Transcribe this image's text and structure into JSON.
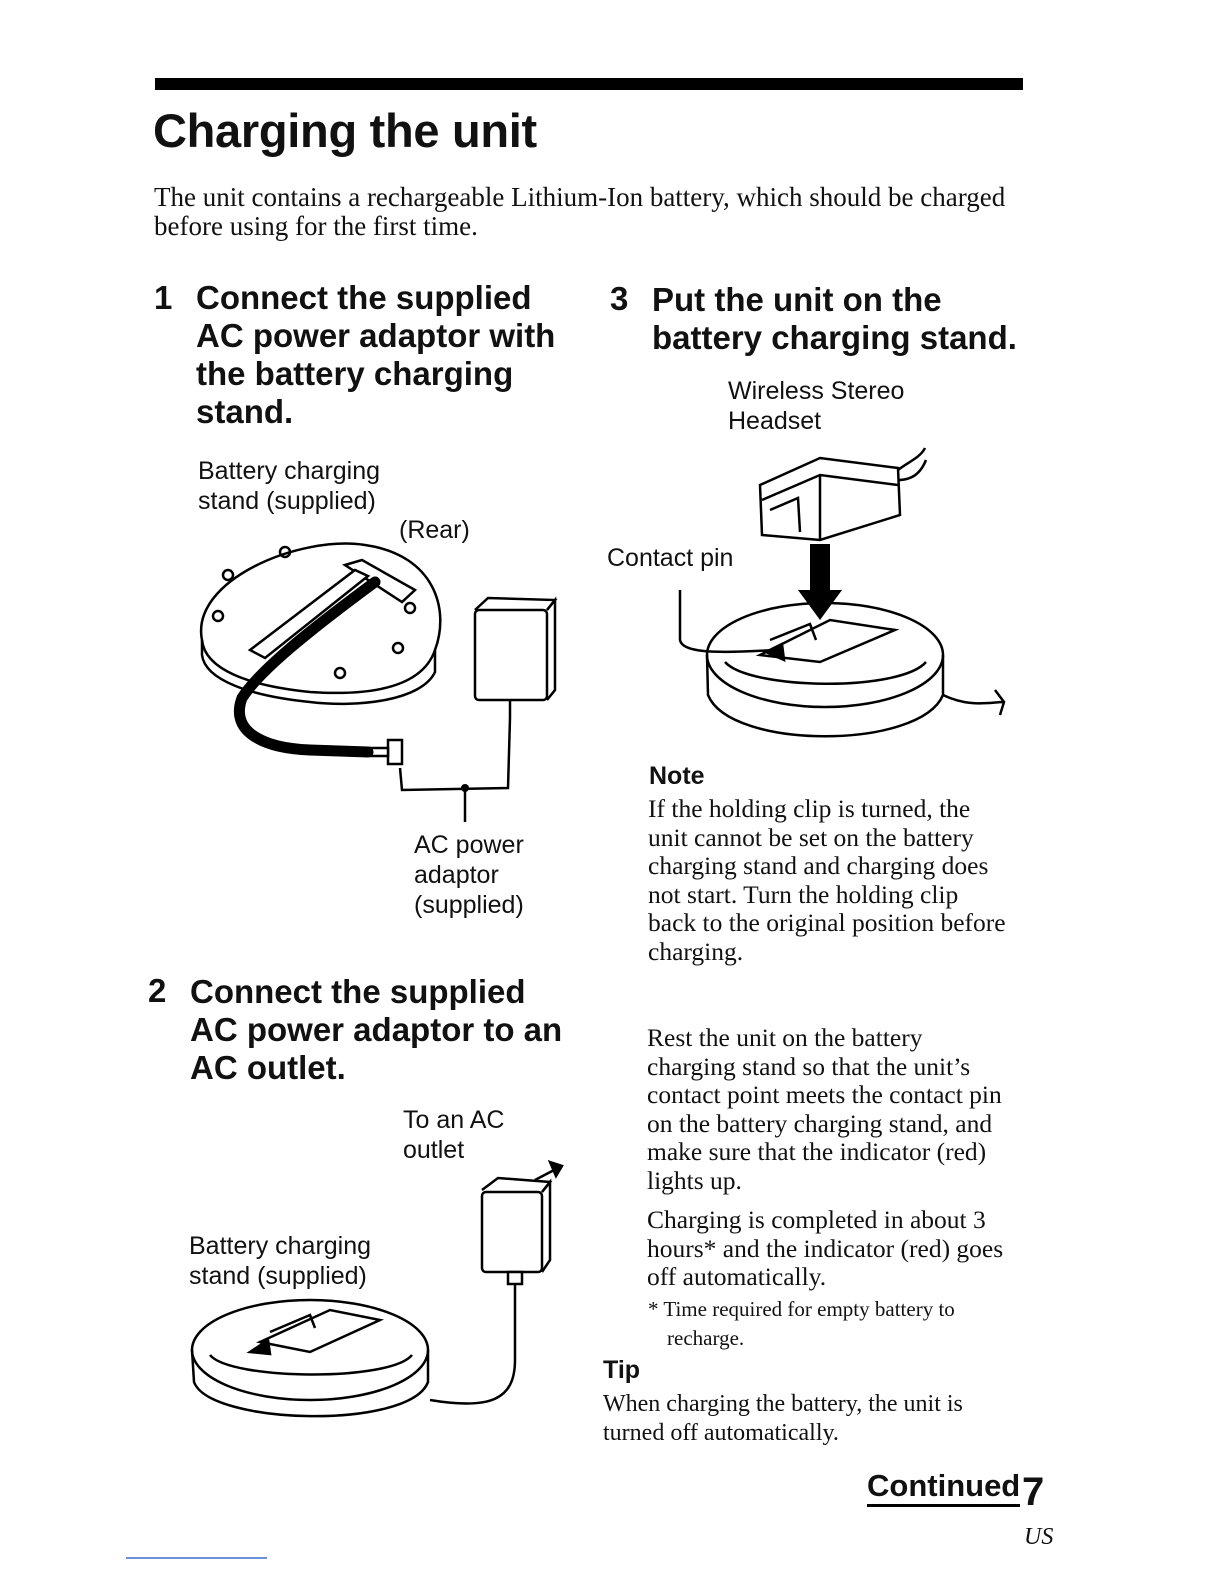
{
  "page": {
    "title": "Charging the unit",
    "intro": "The unit contains a rechargeable Lithium-Ion battery, which should be charged before using for the first time."
  },
  "step1": {
    "number": "1",
    "title_lines": [
      "Connect the supplied",
      "AC power adaptor with",
      "the battery charging",
      "stand."
    ],
    "label_stand": [
      "Battery charging",
      "stand (supplied)"
    ],
    "label_rear": "(Rear)",
    "label_adaptor": [
      "AC power",
      "adaptor",
      "(supplied)"
    ]
  },
  "step2": {
    "number": "2",
    "title_lines": [
      "Connect the supplied",
      "AC power adaptor to an",
      "AC outlet."
    ],
    "label_outlet": [
      "To an AC",
      "outlet"
    ],
    "label_stand": [
      "Battery charging",
      "stand (supplied)"
    ]
  },
  "step3": {
    "number": "3",
    "title_lines": [
      "Put the unit on the",
      "battery charging stand."
    ],
    "label_headset": [
      "Wireless Stereo",
      "Headset"
    ],
    "label_pin": "Contact pin"
  },
  "note": {
    "heading": "Note",
    "lines": [
      "If the holding clip is turned, the",
      "unit cannot be set on the battery",
      "charging stand and charging does",
      "not start. Turn the holding clip",
      "back to the original position before",
      "charging."
    ]
  },
  "instructions": {
    "para1_lines": [
      "Rest the unit on the battery",
      "charging stand so that the unit’s",
      "contact point meets the contact pin",
      "on the battery charging stand, and",
      "make sure that the indicator (red)",
      "lights up."
    ],
    "para2_lines": [
      "Charging is completed in about 3",
      "hours* and the indicator (red) goes",
      "off automatically."
    ],
    "footnote_lines": [
      "* Time required for empty battery to",
      "recharge."
    ]
  },
  "tip": {
    "heading": "Tip",
    "lines": [
      "When charging the battery, the unit is",
      "turned off automatically."
    ]
  },
  "footer": {
    "continued": "Continued",
    "page_number": "7",
    "region": "US"
  }
}
